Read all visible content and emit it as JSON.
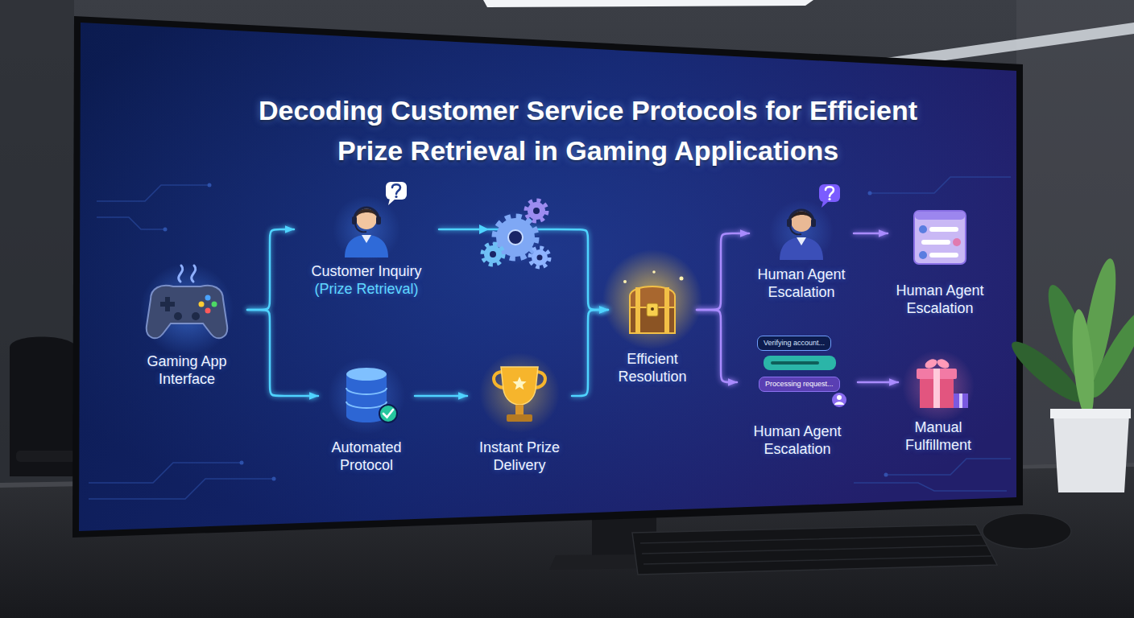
{
  "diagram": {
    "title": "Decoding Customer Service Protocols for Efficient Prize Retrieval in Gaming Applications",
    "nodes": [
      {
        "text": [
          "Gaming App Interface"
        ]
      },
      {
        "text": [
          "Customer Inquiry",
          "(Prize Retrieval)"
        ]
      },
      {
        "text": [
          "Automated Protocol"
        ]
      },
      {
        "text": [
          "Instant Prize Delivery"
        ]
      },
      {
        "text": [
          "Efficient Resolution"
        ]
      },
      {
        "text": [
          "Human Agent Escalation"
        ]
      },
      {
        "text": [
          "Human Agent Escalation"
        ]
      },
      {
        "text": [
          "Human Agent Escalation"
        ]
      },
      {
        "text": [
          "Manual Fulfillment"
        ]
      }
    ],
    "edges": [
      {
        "from": 0,
        "to": 1,
        "arrow": "to"
      },
      {
        "from": 0,
        "to": 2,
        "arrow": "to"
      },
      {
        "from": 1,
        "to": 4,
        "arrow": "to"
      },
      {
        "from": 2,
        "to": 3,
        "arrow": "to"
      },
      {
        "from": 3,
        "to": 4,
        "arrow": "to"
      },
      {
        "from": 4,
        "to": 5,
        "arrow": "to"
      },
      {
        "from": 4,
        "to": 7,
        "arrow": "to"
      },
      {
        "from": 5,
        "to": 6,
        "arrow": "to"
      },
      {
        "from": 7,
        "to": 8,
        "arrow": "to"
      }
    ],
    "labels": [
      "Verifying account...",
      "Processing request..."
    ]
  }
}
